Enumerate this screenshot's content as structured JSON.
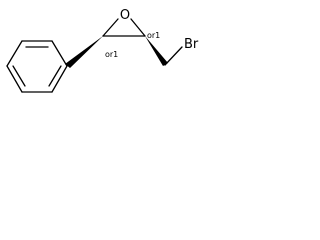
{
  "molecule": {
    "atoms": {
      "oxygen": "O",
      "bromine": "Br"
    },
    "stereo_labels": {
      "left": "or1",
      "right": "or1"
    }
  }
}
